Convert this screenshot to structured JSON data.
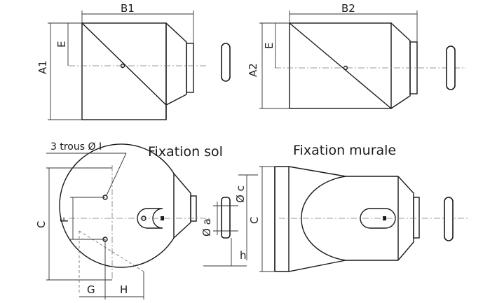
{
  "labels": {
    "b1": "B1",
    "b2": "B2",
    "a1": "A1",
    "a2": "A2",
    "e_left": "E",
    "e_right": "E",
    "c_left": "C",
    "c_right": "C",
    "f": "F",
    "g": "G",
    "h_upper": "H",
    "h_lower": "h",
    "phi_a": "Ø a",
    "phi_c": "Ø c",
    "holes": "3 trous Ø I"
  },
  "titles": {
    "floor": "Fixation sol",
    "wall": "Fixation murale"
  },
  "colors": {
    "line": "#1a1a1a",
    "dimension": "#333333",
    "centerline": "#777777",
    "background": "#ffffff"
  }
}
